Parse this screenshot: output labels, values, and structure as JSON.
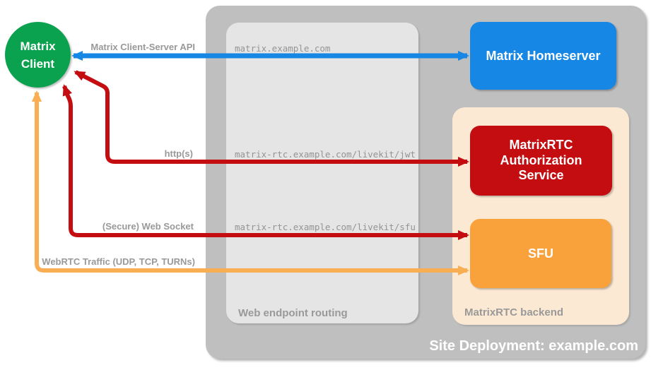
{
  "diagram": {
    "title": "Site Deployment: example.com"
  },
  "containers": {
    "site": {
      "label": "Site Deployment: example.com"
    },
    "routing": {
      "label": "Web endpoint routing"
    },
    "backend": {
      "label": "MatrixRTC backend"
    }
  },
  "nodes": {
    "client": {
      "lines": [
        "Matrix",
        "Client"
      ]
    },
    "homeserver": {
      "label": "Matrix Homeserver"
    },
    "auth": {
      "lines": [
        "MatrixRTC",
        "Authorization",
        "Service"
      ]
    },
    "sfu": {
      "label": "SFU"
    }
  },
  "edges": {
    "cs_api": {
      "label": "Matrix Client-Server API",
      "route": "matrix.example.com"
    },
    "http": {
      "label": "http(s)",
      "route": "matrix-rtc.example.com/livekit/jwt"
    },
    "ws": {
      "label": "(Secure) Web Socket",
      "route": "matrix-rtc.example.com/livekit/sfu"
    },
    "webrtc": {
      "label": "WebRTC Traffic (UDP, TCP, TURNs)"
    }
  },
  "colors": {
    "client_green": "#0aa24e",
    "homeserver_blue": "#1787e6",
    "auth_red": "#c40d11",
    "sfu_orange": "#f9a23b",
    "webrtc_orange": "#f9ae54",
    "backend_peach": "#fce9d3",
    "site_gray": "#bfbfbf",
    "routing_gray": "#e5e5e5",
    "label_gray": "#999999",
    "canvas_white": "#ffffff"
  }
}
